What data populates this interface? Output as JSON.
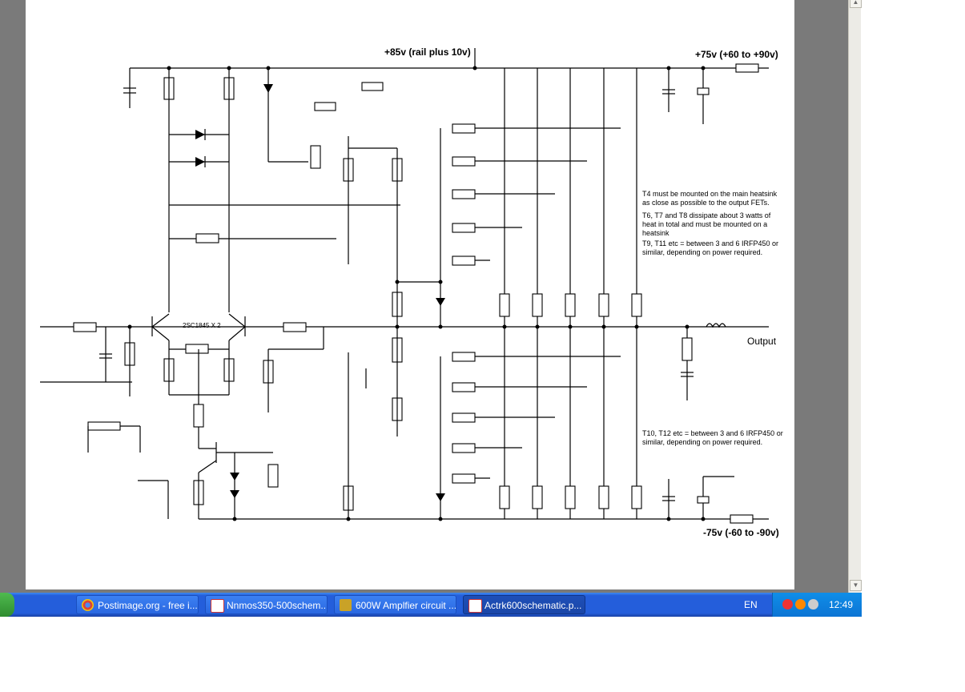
{
  "schematic": {
    "rail_top": "+85v (rail plus 10v)",
    "rail_pos": "+75v (+60 to +90v)",
    "rail_neg": "-75v (-60 to -90v)",
    "output": "Output",
    "input_pair": "2SC1845 X 2",
    "note1_a": "T4 must be mounted on the main heatsink",
    "note1_b": "as close as possible to the output FETs.",
    "note2_a": "T6, T7 and T8 dissipate about 3 watts of",
    "note2_b": "heat in total and must be mounted on a",
    "note2_c": "heatsink",
    "note3_a": "T9, T11 etc = between 3 and 6 IRFP450 or",
    "note3_b": "similar, depending on power required.",
    "note4_a": "T10, T12 etc = between 3 and 6 IRFP450 or",
    "note4_b": "similar, depending on power required."
  },
  "taskbar": {
    "tasks": [
      {
        "label": "Postimage.org - free i...",
        "icon": "chrome-icon"
      },
      {
        "label": "Nnmos350-500schem...",
        "icon": "pdf-icon"
      },
      {
        "label": "600W Amplfier circuit ...",
        "icon": "gecko-icon"
      },
      {
        "label": "Actrk600schematic.p...",
        "icon": "pdf-icon"
      }
    ],
    "language": "EN",
    "clock": "12:49"
  }
}
